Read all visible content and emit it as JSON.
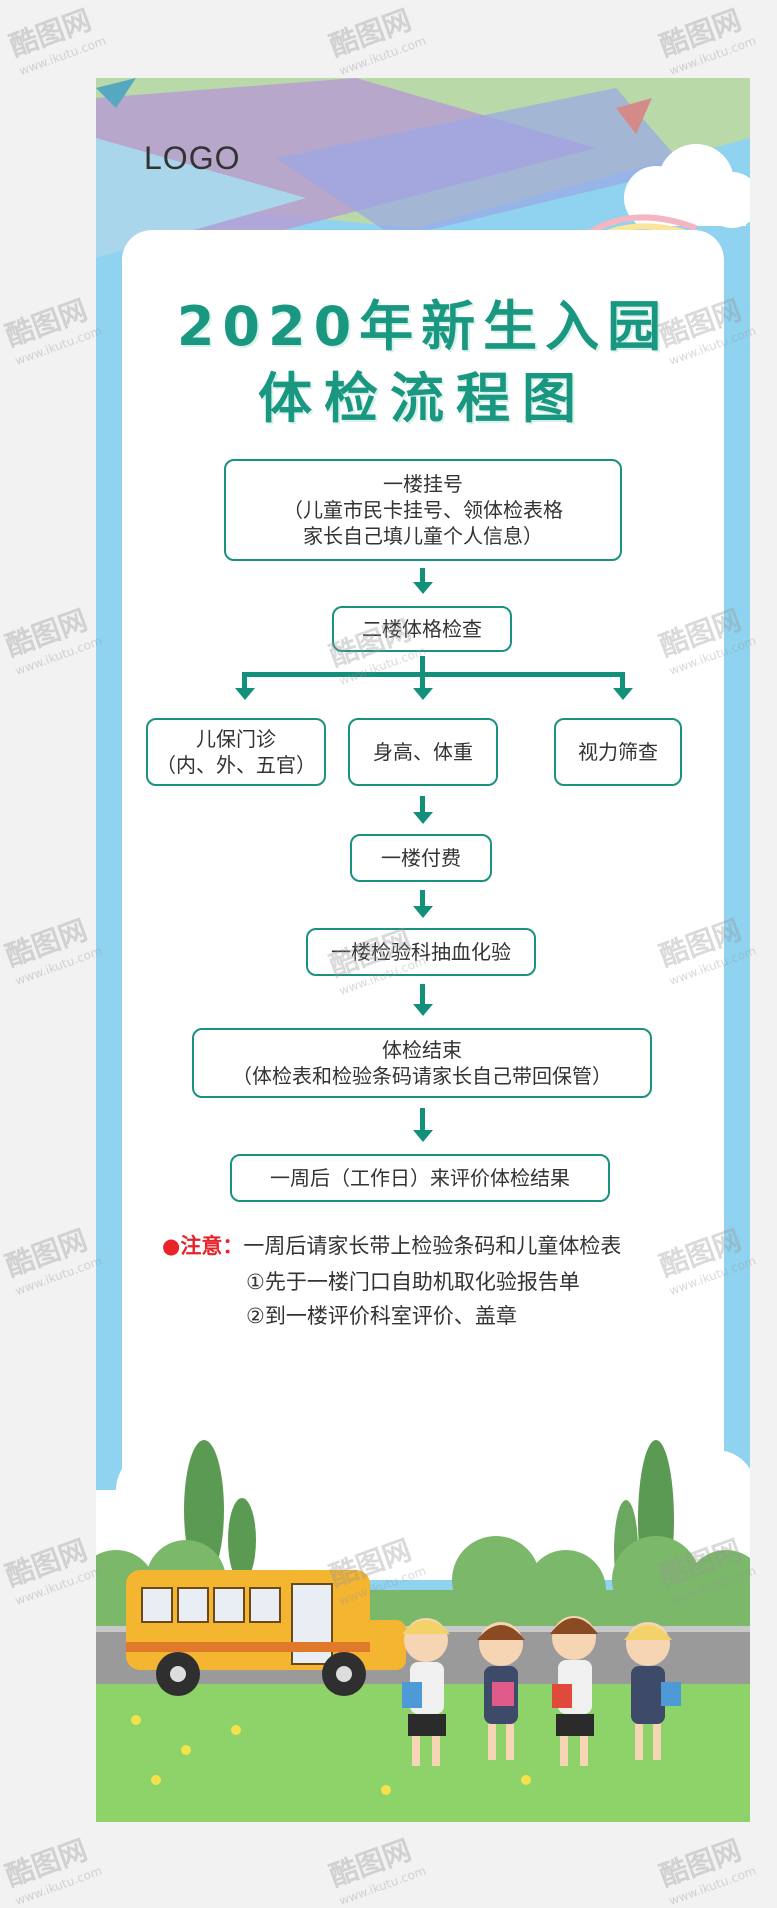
{
  "logo": "LOGO",
  "title": {
    "line1": "2020年新生入园",
    "line2": "体检流程图"
  },
  "steps": {
    "s1": {
      "line1": "一楼挂号",
      "line2": "（儿童市民卡挂号、领体检表格",
      "line3": "家长自己填儿童个人信息）"
    },
    "s2": "二楼体格检查",
    "s3a": {
      "line1": "儿保门诊",
      "line2": "（内、外、五官）"
    },
    "s3b": "身高、体重",
    "s3c": "视力筛查",
    "s4": "一楼付费",
    "s5": "一楼检验科抽血化验",
    "s6": {
      "line1": "体检结束",
      "line2": "（体检表和检验条码请家长自己带回保管）"
    },
    "s7": "一周后（工作日）来评价体检结果"
  },
  "note": {
    "label": "注意：",
    "line1": "一周后请家长带上检验条码和儿童体检表",
    "line2": "①先于一楼门口自助机取化验报告单",
    "line3": "②到一楼评价科室评价、盖章"
  },
  "watermark": {
    "brand": "酷图网",
    "url": "www.ikutu.com"
  },
  "colors": {
    "accent": "#1b9280",
    "note_red": "#e8232a",
    "sky": "#8fd3f0"
  }
}
